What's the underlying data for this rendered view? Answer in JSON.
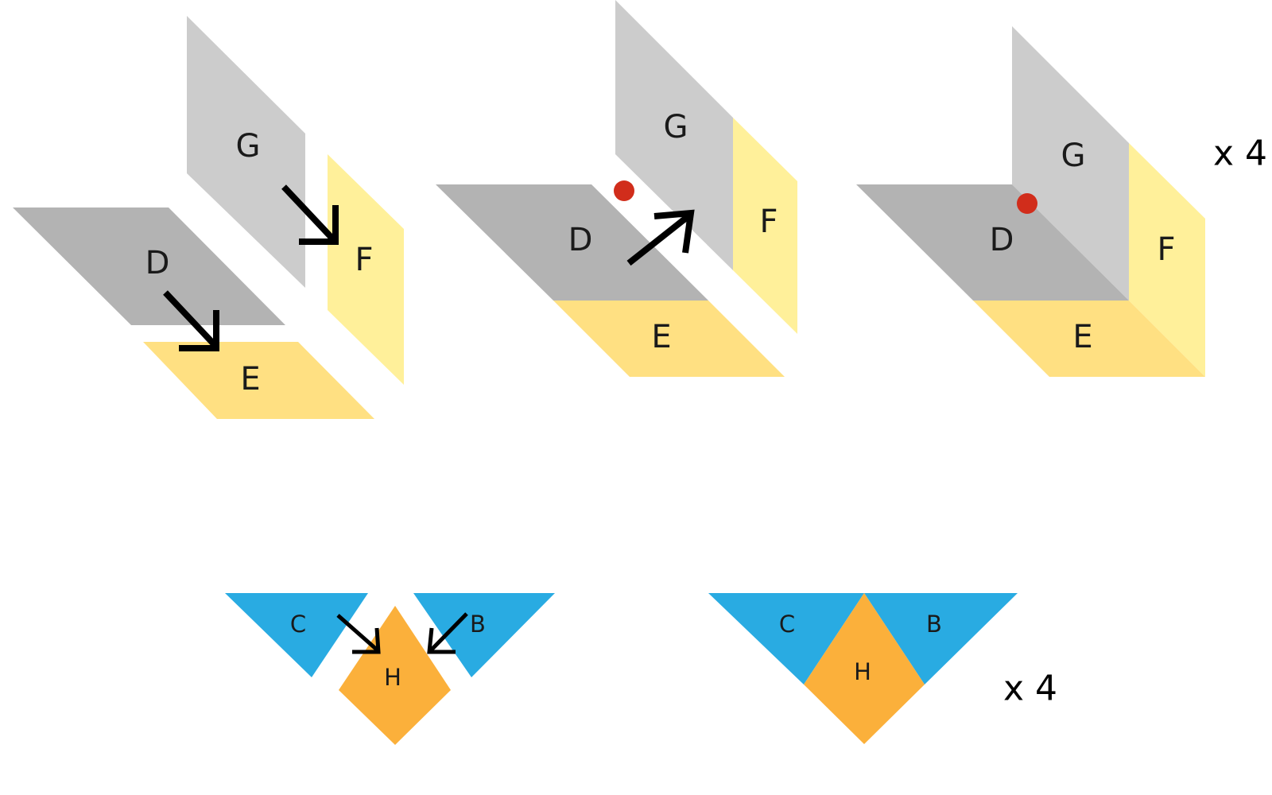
{
  "colors": {
    "D": "#b3b3b3",
    "G": "#cccccc",
    "E": "#ffe082",
    "F": "#fff09a",
    "C": "#29abe2",
    "B": "#29abe2",
    "H": "#fbb03b",
    "marker": "#d12d1b",
    "arrow": "#000000"
  },
  "labels": {
    "d": "D",
    "e": "E",
    "f": "F",
    "g": "G",
    "c": "C",
    "b": "B",
    "h": "H"
  },
  "multiplier_top": "x 4",
  "multiplier_bottom": "x 4"
}
